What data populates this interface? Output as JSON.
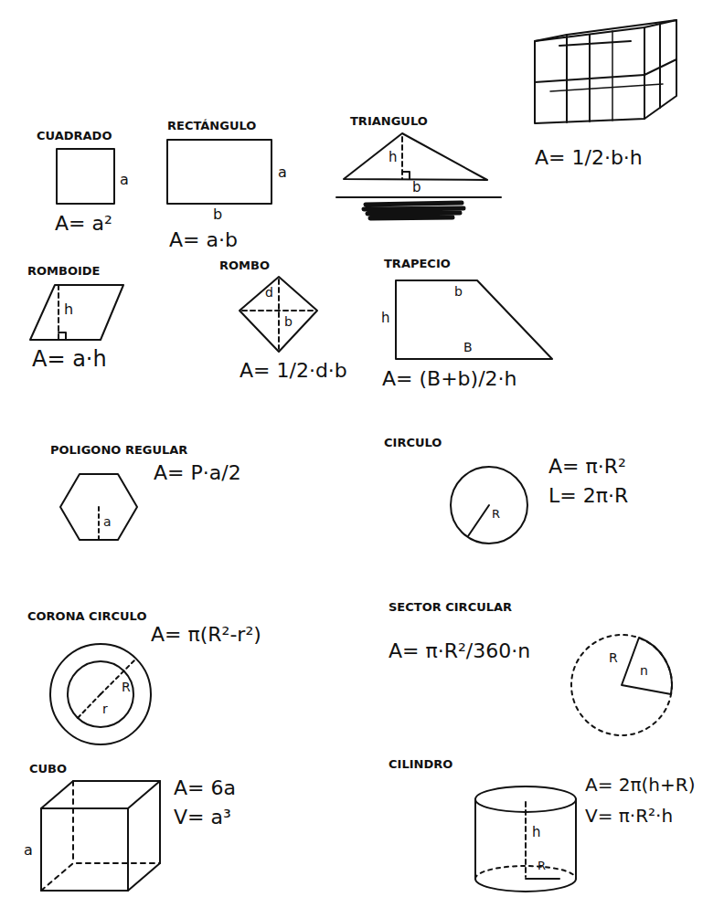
{
  "diagram": {
    "labels": [
      "CUADRADO",
      "a",
      "A= a²",
      "RECTÁNGULO",
      "a",
      "b",
      "A= a·b",
      "TRIANGULO",
      "h",
      "b",
      "A= 1/2·b·h",
      "ROMBOIDE",
      "h",
      "A= a·h",
      "ROMBO",
      "d",
      "b",
      "A= 1/2·d·b",
      "TRAPECIO",
      "b",
      "h",
      "B",
      "A= (B+b)/2·h",
      "POLIGONO REGULAR",
      "a",
      "A= P·a/2",
      "CIRCULO",
      "R",
      "A= π·R²",
      "L= 2π·R",
      "CORONA CIRCULO",
      "R",
      "r",
      "A= π(R²-r²)",
      "SECTOR CIRCULAR",
      "A= π·R²/360·n",
      "R",
      "n",
      "CUBO",
      "a",
      "A= 6a",
      "V= a³",
      "CILINDRO",
      "h",
      "R",
      "A= 2π(h+R)",
      "V= π·R²·h"
    ]
  }
}
